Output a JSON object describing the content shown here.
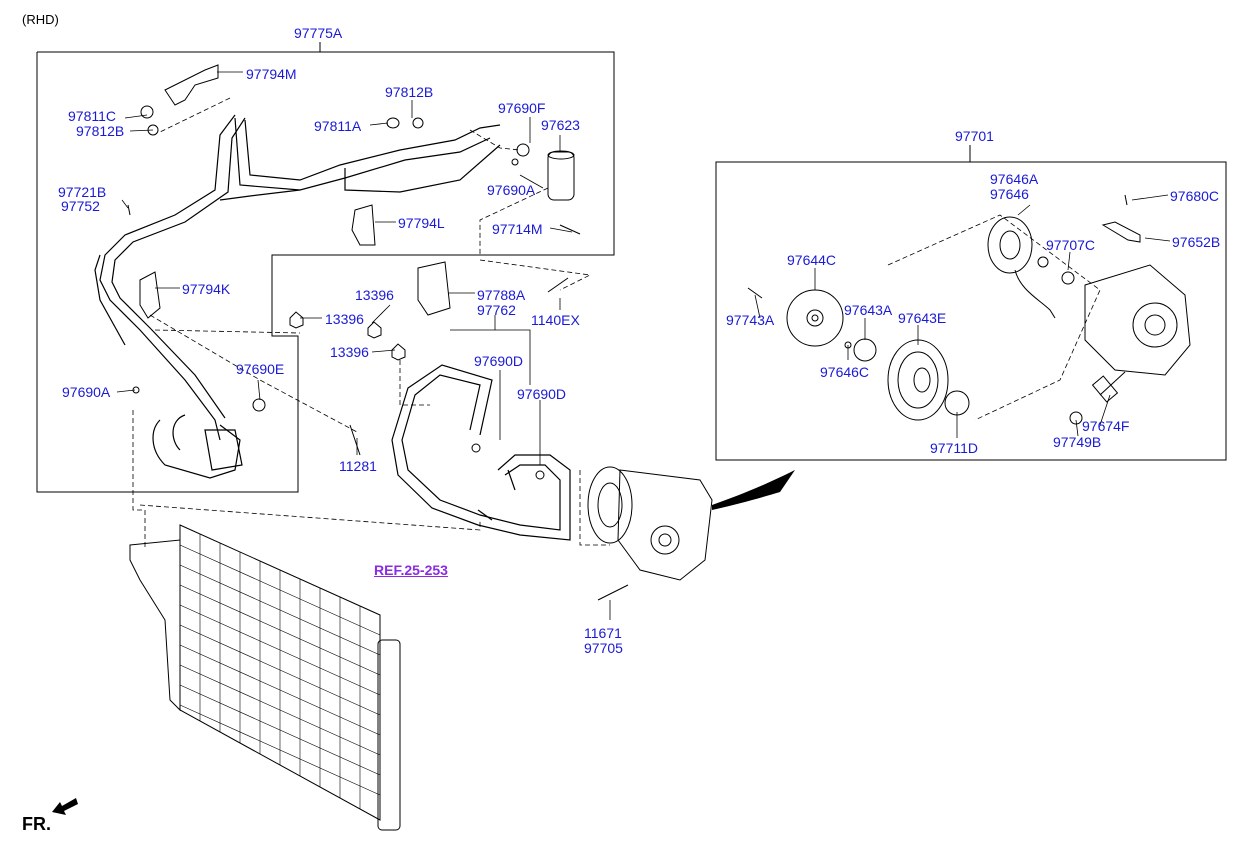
{
  "diagram": {
    "orientation_note": "(RHD)",
    "front_marker": "FR.",
    "reference_link": "REF.25-253",
    "labels": {
      "assy_main": "97775A",
      "bracket_m": "97794M",
      "cap_c": "97811C",
      "cap_b_left": "97812B",
      "cap_b_top": "97812B",
      "cap_a": "97811A",
      "oring_f": "97690F",
      "receiver": "97623",
      "oring_a": "97690A",
      "switch_b": "97721B",
      "valve_752": "97752",
      "bracket_l": "97794L",
      "bolt_m": "97714M",
      "bracket_k": "97794K",
      "nut_1": "13396",
      "nut_2": "13396",
      "nut_3": "13396",
      "block_a": "97788A",
      "hose_762": "97762",
      "bolt_ex": "1140EX",
      "oring_d1": "97690D",
      "oring_d2": "97690D",
      "oring_e": "97690E",
      "oring_a2": "97690A",
      "bolt_281": "11281",
      "bolt_671": "11671",
      "compressor": "97705",
      "assy_comp": "97701",
      "coil_a": "97646A",
      "coil": "97646",
      "bolt_680c": "97680C",
      "ring_707c": "97707C",
      "bracket_652b": "97652B",
      "hub_644c": "97644C",
      "bolt_743a": "97743A",
      "shim_643a": "97643A",
      "pulley_643e": "97643E",
      "shim_646c": "97646C",
      "snap_711d": "97711D",
      "valve_674f": "97674F",
      "oring_749b": "97749B"
    }
  },
  "colors": {
    "label": "#1a1ad6",
    "reference": "#8b2be2",
    "line": "#000000"
  }
}
